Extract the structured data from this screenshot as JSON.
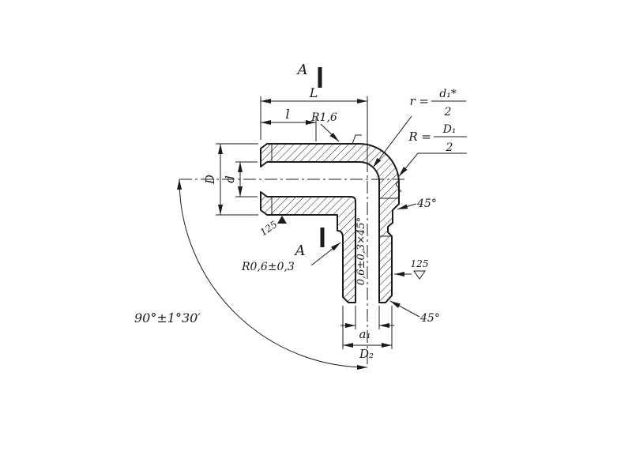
{
  "drawing": {
    "section_marks": {
      "label": "A"
    },
    "dimensions": {
      "length_L": "L",
      "length_l": "l",
      "diameter_D": "D",
      "diameter_d": "d",
      "diameter_a1": "a₁",
      "diameter_D2": "D₂",
      "radius_R16": "R1,6",
      "radius_R06": "R0,6±0,3",
      "bore_chamfer": "0,6±0,3×45°",
      "chamfer_top": "45°",
      "chamfer_bottom": "45°",
      "axis_angle": "90°±1°30′"
    },
    "formulas": {
      "r_lhs": "r =",
      "r_num": "d₁*",
      "r_den": "2",
      "R_lhs": "R =",
      "R_num": "D₁",
      "R_den": "2"
    },
    "roughness": {
      "left_value": "125",
      "right_value": "125"
    },
    "colors": {
      "line": "#1b1b1b",
      "background": "#ffffff"
    }
  }
}
